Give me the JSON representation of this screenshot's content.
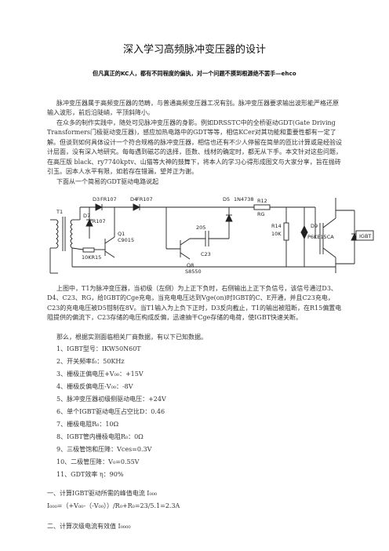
{
  "title": "深入学习高频脉冲变压器的设计",
  "subtitle": "但凡真正的KC人，都有不同程度的偏执，对一个问题不摸到根源绝不罢手—ehco",
  "intro_paragraphs": [
    "脉冲变压器属于高频变压器的范畴，与普通高频变压器工况有别。脉冲变压器要求输出波形能严格还原输入波形，前后沿陡峭，平顶斜降小。",
    "在众多的制作实践中，随处可见脉冲变压器的身影。例如DRSSTC中的全桥驱动GDT(Gate Driving Transformers门极驱动变压器)，感应加热电路中的GDT等等，相信KCer对其功能和重要性都有一定了解。但谈到如何具体设计一个符合规格的脉冲变压器，相信也还有不少人停留在简单的匝比计算或是经验设计层面，没有深入地研究。每每遇到磁芯的选择，匝数、线材的确定时，都无从下手。本文针对这些问题，在高压版 black、ry7740kptv、山猫等大神的鼓舞下，将本人的学习心得形成图文与大家分享，旨在抛砖引玉。因本人水平有限，如若存在错漏，望斧正为谢。",
    "下面从一个简易的GDT驱动电路说起"
  ],
  "circuit": {
    "labels": {
      "t1": "T1",
      "d3": "D3",
      "fr107_1": "FR107",
      "d4": "D4",
      "fr107_2": "FR107",
      "d5": "D5",
      "in4738": "1N4738",
      "r12": "R12",
      "rg": "RG",
      "d7": "D7",
      "fr107_3": "FR107",
      "r15": "10KR15",
      "q1": "Q1",
      "c9015": "C9015",
      "q8": "Q8",
      "s8550": "S8550",
      "c205": "205",
      "c23": "C23",
      "r14": "R14",
      "r14v": "10K",
      "d9": "D9",
      "p6ke": "P6KE15CA",
      "igbt": "IGBT"
    }
  },
  "explanation_paragraphs": [
    "上图中，T1为脉冲变压器，当初级（左侧）为上正下负时，右侧输出上正下负信号，该信号通过D3、D4、C23、RG，给IGBT的Cge充电，当充电电压达到Vge(on)时IGBT的C、E开通，并且C23充电，C23的充电电压被D5钳制在8V。当T1输入为上负下正时，D3反向截止，T1的输出被阻断，在R15偏置电阻提供的偏流下，C23存储的电压构成反偏，迅速抽干Cge存储的电荷，使IGBT快速关断。",
    "那么，根据实测面临相关厂商数据，有以下已知数据。"
  ],
  "known_data": [
    "1、IGBT型号：IKW50N60T",
    "2、开关频率f₀：50KHz",
    "3、栅极正偏电压+V₀₀：+15V",
    "4、栅极反偏电压-V₀₀：-8V",
    "5、脉冲变压器初级侧驱动电压：+24V",
    "6、单个IGBT驱动电压占空比D：0.46",
    "7、栅极电阻R₀：10Ω",
    "8、IGBT管内栅极电阻R₀：0Ω",
    "9、三极管饱和压降：Vces=0.3V",
    "10、二极管压降：V₀=0.55V",
    "11、GDT效率 η：90%"
  ],
  "section1_heading": "一、计算IGBT驱动所需的峰值电流 I₀₀₀",
  "section1_formula": "I₀₀₀=（+V₀₀-（-V₀₀））/R₀+R₀=23/5.1=2.3A",
  "section2_heading": "二、计算次级电流有效值 I₀₀₀₀"
}
